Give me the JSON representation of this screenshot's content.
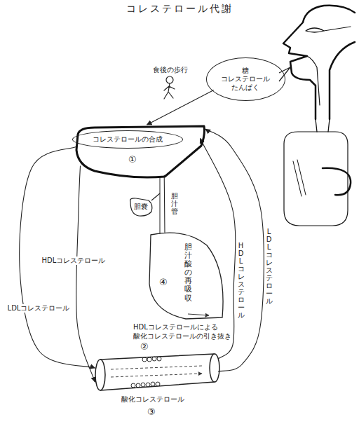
{
  "diagram": {
    "title": "コレステロール代謝",
    "nodes": [
      {
        "text": [
          "糖",
          "コレステロール",
          "たんぱく"
        ]
      },
      {
        "text": [
          "①"
        ]
      },
      {
        "text": [
          "コレステロールの合成"
        ],
        "in": 1
      },
      {
        "text": [
          "胆嚢"
        ]
      },
      {
        "text": [
          "胆汁酸の再吸収",
          "④"
        ]
      },
      {
        "text": [
          "酸化コレステロール",
          "③"
        ]
      }
    ],
    "edges": [
      {
        "from": 0,
        "to": 1,
        "arrow": "to"
      },
      {
        "from": 1,
        "to": 5,
        "label": "LDLコレステロール",
        "arrow": "to"
      },
      {
        "from": 1,
        "to": 5,
        "label": "HDLコレステロール",
        "arrow": "to"
      },
      {
        "from": 5,
        "to": 1,
        "label": "HDLコレステロール",
        "arrow": "to"
      },
      {
        "from": 5,
        "to": 1,
        "label": "LDLコレステロール",
        "arrow": "to"
      },
      {
        "from": 1,
        "to": 4,
        "label": "胆汁管",
        "arrow": "none"
      }
    ],
    "labels": [
      "食後の歩行",
      "HDLコレステロールによる 酸化コレステロールの引き抜き",
      "②"
    ]
  }
}
